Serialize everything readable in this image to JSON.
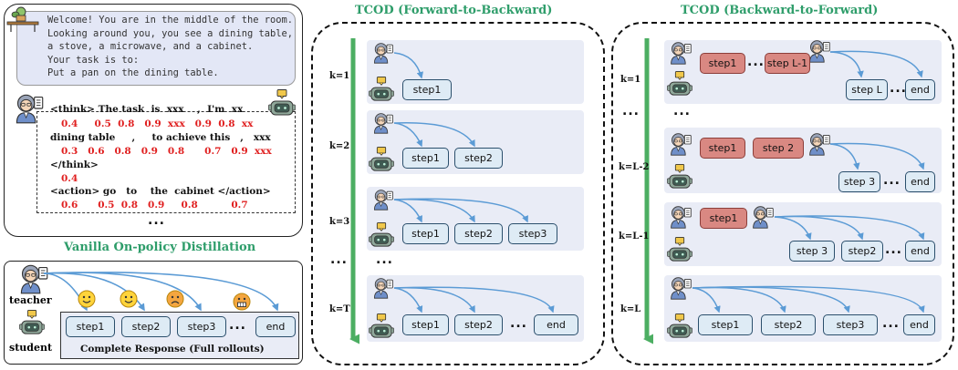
{
  "left_panel": {
    "environment_text": [
      "Welcome! You are in the middle of the room.",
      "Looking around you, you see a dining table,",
      "a stove, a microwave, and a cabinet.",
      "Your task is to:",
      "Put a pan on the dining table."
    ],
    "token_lines": [
      {
        "words": "<think> The task  is  xxx    ,  I'm  xx",
        "scores": "0.4     0.5  0.8   0.9  xxx   0.9  0.8  xx"
      },
      {
        "words": "dining table     ,     to achieve this   ,   xxx",
        "scores": "0.3   0.6   0.8   0.9   0.8      0.7   0.9  xxx"
      },
      {
        "words": "</think>",
        "scores": "0.4"
      },
      {
        "words": "<action> go   to    the  cabinet </action>",
        "scores": "0.6      0.5  0.8   0.9     0.8          0.7"
      }
    ],
    "ellipsis": "..."
  },
  "vanilla": {
    "title": "Vanilla On-policy Distillation",
    "teacher_label": "teacher",
    "student_label": "student",
    "steps": [
      "step1",
      "step2",
      "step3",
      "...",
      "end"
    ],
    "caption": "Complete Response (Full rollouts)"
  },
  "forward": {
    "title": "TCOD (Forward-to-Backward)",
    "rows": [
      {
        "k": "k=1",
        "steps": [
          "step1"
        ]
      },
      {
        "k": "k=2",
        "steps": [
          "step1",
          "step2"
        ]
      },
      {
        "k": "k=3",
        "steps": [
          "step1",
          "step2",
          "step3"
        ]
      },
      {
        "k": "k=T",
        "steps": [
          "step1",
          "step2",
          "...",
          "end"
        ]
      }
    ],
    "ellipsis": "..."
  },
  "backward": {
    "title": "TCOD (Backward-to-Forward)",
    "rows": [
      {
        "k": "k=1",
        "teacher_steps": [
          "step1",
          "...",
          "step L-1"
        ],
        "student_steps": [
          "step L",
          "...",
          "end"
        ]
      },
      {
        "k": "k=L-2",
        "teacher_steps": [
          "step1",
          "step 2"
        ],
        "student_steps": [
          "step 3",
          "...",
          "end"
        ]
      },
      {
        "k": "k=L-1",
        "teacher_steps": [
          "step1"
        ],
        "student_steps": [
          "step 3",
          "step2",
          "...",
          "end"
        ]
      },
      {
        "k": "k=L",
        "teacher_steps": [],
        "student_steps": [
          "step1",
          "step2",
          "step3",
          "...",
          "end"
        ]
      }
    ],
    "ellipsis": "..."
  },
  "colors": {
    "title_green": "#2e9d6a",
    "progress_bar": "#4cae62",
    "row_bg": "#e9ecf6",
    "student_step": "#deebf5",
    "teacher_step": "#d98882",
    "arrow": "#5b9bd5",
    "token_score": "#e02020"
  }
}
